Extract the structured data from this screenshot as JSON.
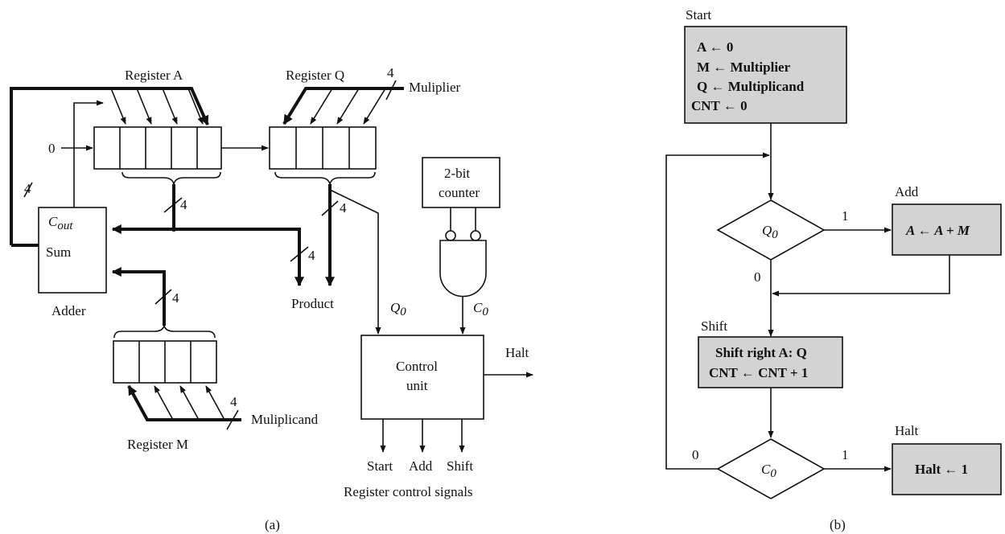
{
  "figure_a": {
    "register_a_label": "Register A",
    "register_q_label": "Register Q",
    "register_m_label": "Register M",
    "multiplier_width": "4",
    "multiplier_label": "Muliplier",
    "multiplicand_width": "4",
    "multiplicand_label": "Muliplicand",
    "zero_input": "0",
    "feedback_width": "4",
    "bus_width_a": "4",
    "bus_width_q": "4",
    "bus_width_product": "4",
    "bus_width_m": "4",
    "adder_cout": "C",
    "adder_cout_sub": "out",
    "adder_sum": "Sum",
    "adder_label": "Adder",
    "product_label": "Product",
    "counter_line1": "2-bit",
    "counter_line2": "counter",
    "q0_label": "Q",
    "q0_sub": "0",
    "c0_label": "C",
    "c0_sub": "0",
    "control_line1": "Control",
    "control_line2": "unit",
    "halt_label": "Halt",
    "signal_start": "Start",
    "signal_add": "Add",
    "signal_shift": "Shift",
    "signals_caption": "Register control signals",
    "caption": "(a)"
  },
  "figure_b": {
    "start_state": "Start",
    "init_lines": [
      "A ← 0",
      "M ← Multiplier",
      "Q ← Multiplicand",
      "CNT ← 0"
    ],
    "decision_q0": "Q",
    "decision_q0_sub": "0",
    "q0_one": "1",
    "q0_zero": "0",
    "add_state": "Add",
    "add_action": "A ← A + M",
    "shift_state": "Shift",
    "shift_action_1": "Shift right A: Q",
    "shift_action_2": "CNT ← CNT + 1",
    "decision_c0": "C",
    "decision_c0_sub": "0",
    "c0_zero": "0",
    "c0_one": "1",
    "halt_state": "Halt",
    "halt_action": "Halt ← 1",
    "caption": "(b)"
  }
}
